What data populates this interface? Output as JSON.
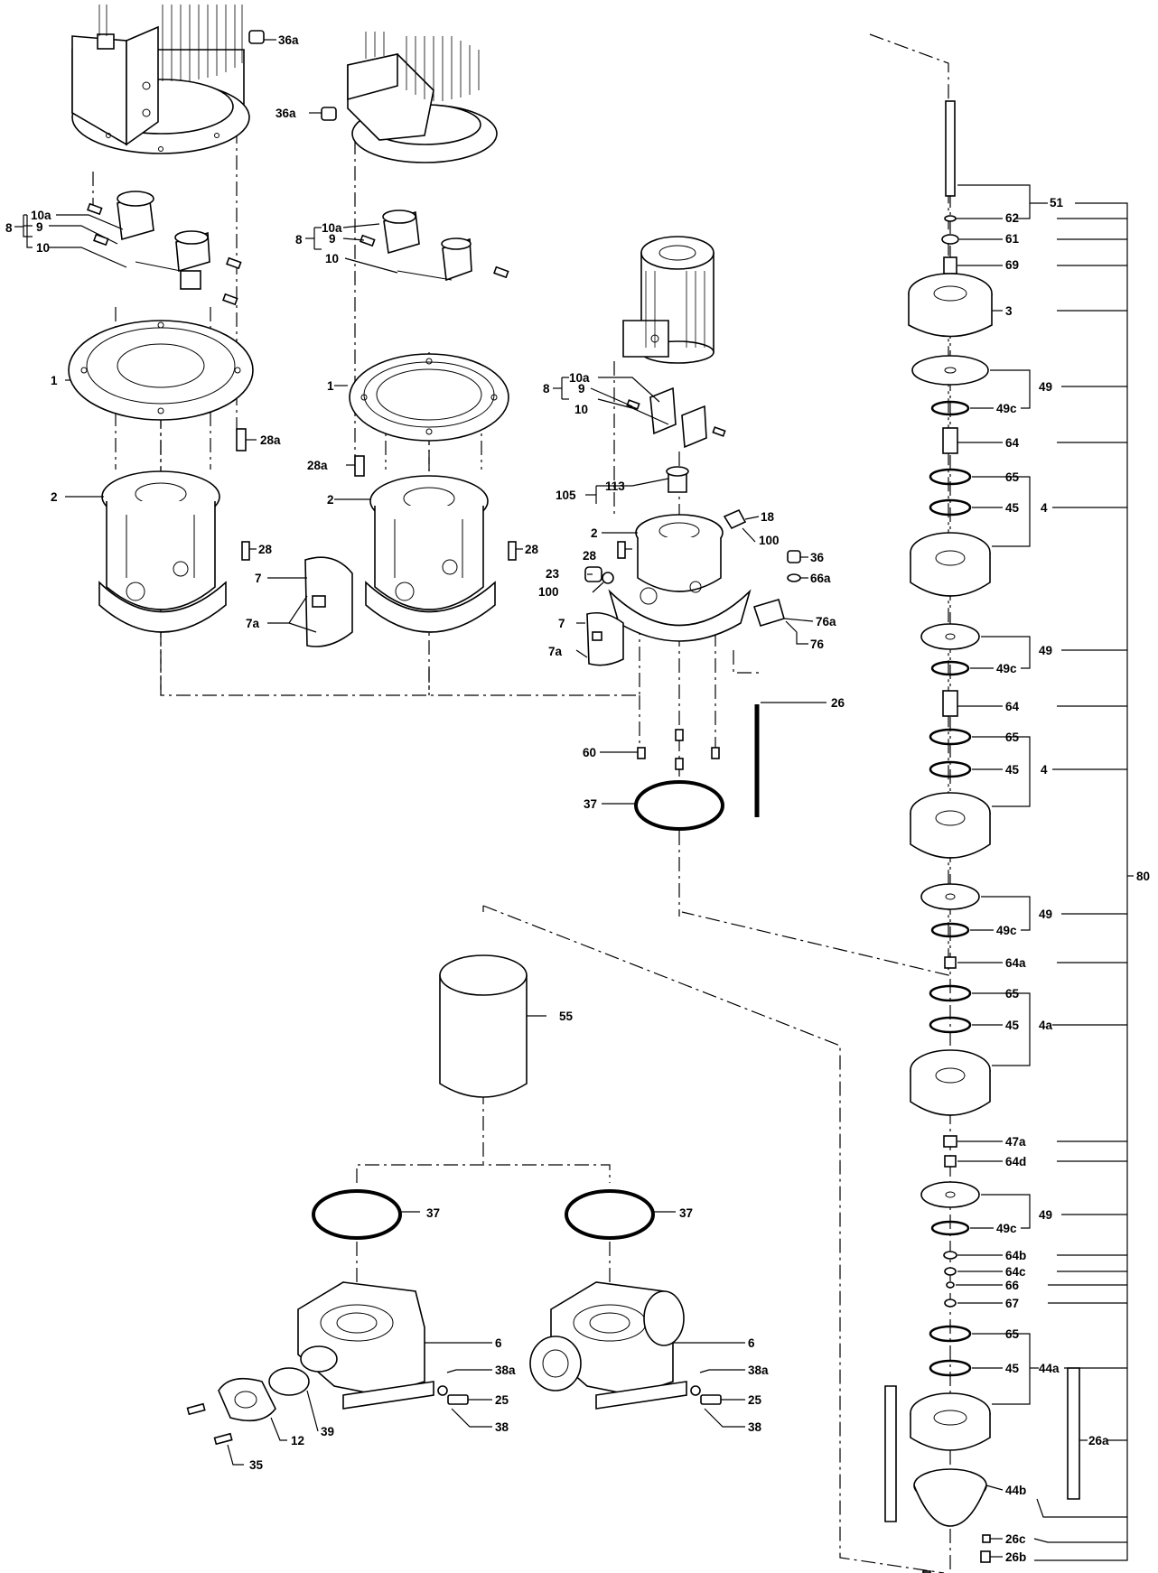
{
  "labels": {
    "l36a_1": "36a",
    "l36a_2": "36a",
    "l10a_1": "10a",
    "l8_1": "8",
    "l9_1": "9",
    "l10_1": "10",
    "l10a_2": "10a",
    "l8_2": "8",
    "l9_2": "9",
    "l10_2": "10",
    "l1_1": "1",
    "l1_2": "1",
    "l28a_1": "28a",
    "l28a_2": "28a",
    "l2_1": "2",
    "l2_2": "2",
    "l28_1": "28",
    "l28_2": "28",
    "l7_1": "7",
    "l7a_1": "7a",
    "l10a_3": "10a",
    "l8_3": "8",
    "l9_3": "9",
    "l10_3": "10",
    "l113": "113",
    "l105": "105",
    "l18": "18",
    "l2_3": "2",
    "l100_1": "100",
    "l28_3": "28",
    "l23": "23",
    "l100_2": "100",
    "l36": "36",
    "l66a": "66a",
    "l7_2": "7",
    "l76a": "76a",
    "l76": "76",
    "l7a_2": "7a",
    "l26": "26",
    "l60": "60",
    "l37_1": "37",
    "l55": "55",
    "l37_2": "37",
    "l37_3": "37",
    "l6_1": "6",
    "l6_2": "6",
    "l38a_1": "38a",
    "l38a_2": "38a",
    "l25_1": "25",
    "l25_2": "25",
    "l38_1": "38",
    "l38_2": "38",
    "l39": "39",
    "l12": "12",
    "l35": "35",
    "l51": "51",
    "l62": "62",
    "l61": "61",
    "l69": "69",
    "l3": "3",
    "l49_1": "49",
    "l49c_1": "49c",
    "l64_1": "64",
    "l65_1": "65",
    "l45_1": "45",
    "l4_1": "4",
    "l49_2": "49",
    "l49c_2": "49c",
    "l64_2": "64",
    "l65_2": "65",
    "l45_2": "45",
    "l4_2": "4",
    "l80": "80",
    "l49_3": "49",
    "l49c_3": "49c",
    "l64a": "64a",
    "l65_3": "65",
    "l45_3": "45",
    "l4a": "4a",
    "l47a": "47a",
    "l64d": "64d",
    "l49_4": "49",
    "l49c_4": "49c",
    "l64b": "64b",
    "l64c": "64c",
    "l66": "66",
    "l67": "67",
    "l65_4": "65",
    "l45_4": "45",
    "l44a": "44a",
    "l26a": "26a",
    "l44b": "44b",
    "l26c": "26c",
    "l26b": "26b"
  }
}
